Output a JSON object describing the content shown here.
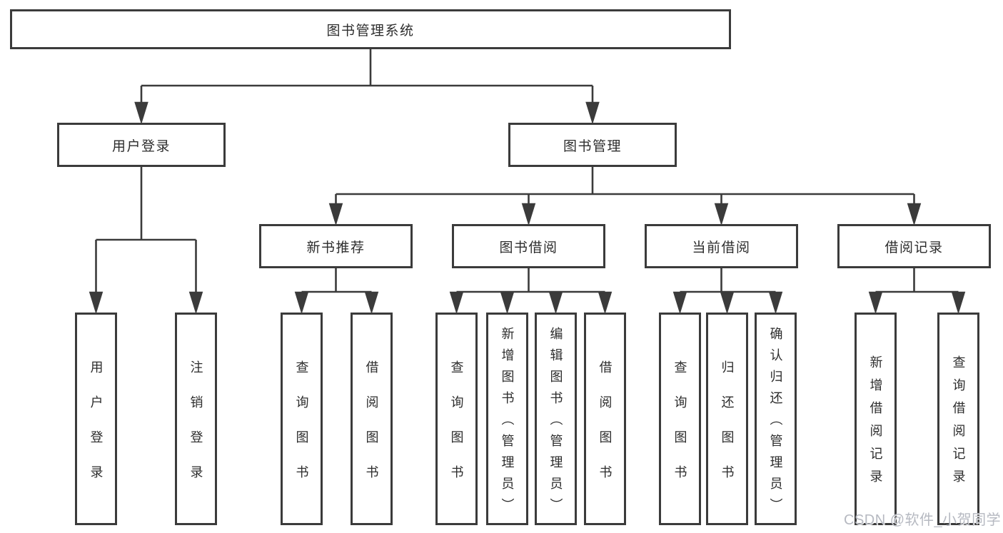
{
  "tree": {
    "root": {
      "label": "图书管理系统"
    },
    "branches": [
      {
        "label": "用户登录",
        "children": [
          {
            "label": "用户登录"
          },
          {
            "label": "注销登录"
          }
        ]
      },
      {
        "label": "图书管理",
        "groups": [
          {
            "label": "新书推荐",
            "children": [
              {
                "label": "查询图书"
              },
              {
                "label": "借阅图书"
              }
            ]
          },
          {
            "label": "图书借阅",
            "children": [
              {
                "label": "查询图书"
              },
              {
                "label": "新增图书（管理员）"
              },
              {
                "label": "编辑图书（管理员）"
              },
              {
                "label": "借阅图书"
              }
            ]
          },
          {
            "label": "当前借阅",
            "children": [
              {
                "label": "查询图书"
              },
              {
                "label": "归还图书"
              },
              {
                "label": "确认归还（管理员）"
              }
            ]
          },
          {
            "label": "借阅记录",
            "children": [
              {
                "label": "新增借阅记录"
              },
              {
                "label": "查询借阅记录"
              }
            ]
          }
        ]
      }
    ]
  },
  "watermark": {
    "text": "CSDN @软件_小贺同学"
  },
  "colors": {
    "line": "#3b3b3b",
    "border": "#3b3b3b",
    "text": "#2d2d2d",
    "background": "#ffffff",
    "watermark": "#b6b9c1"
  }
}
